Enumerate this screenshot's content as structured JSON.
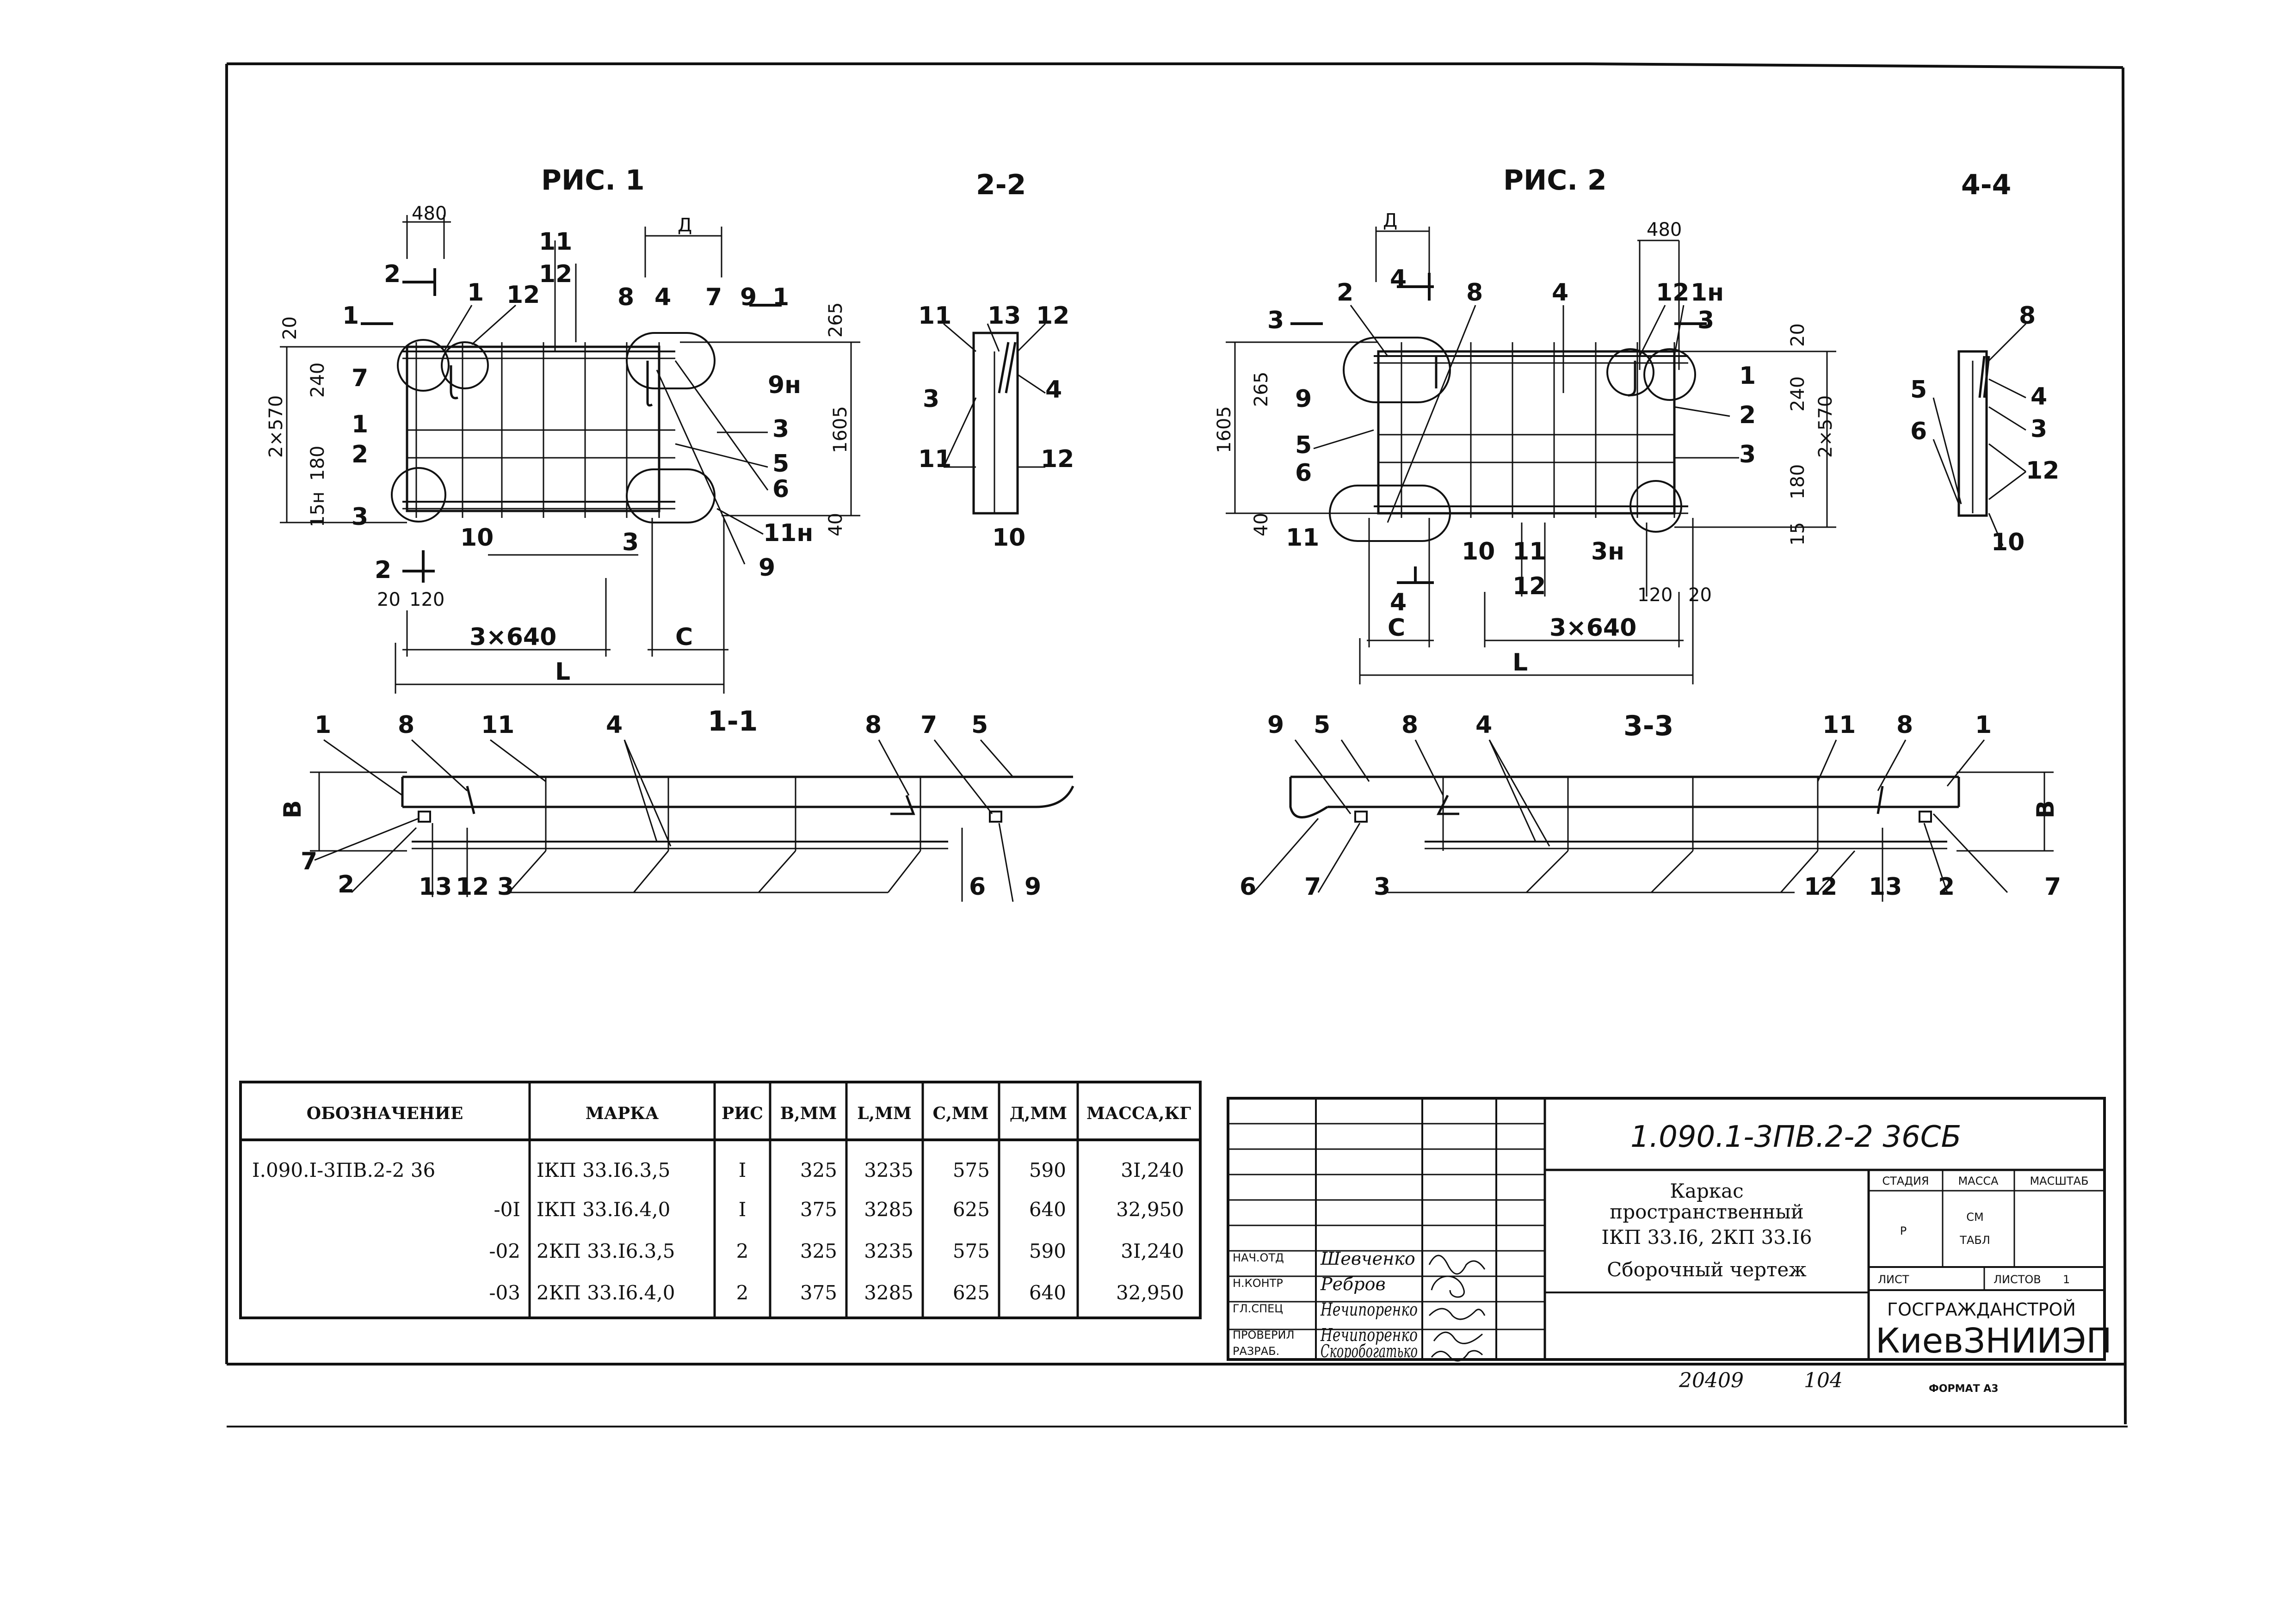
{
  "figures": {
    "fig1_title": "РИС. 1",
    "fig2_title": "РИС. 2",
    "section_2_2": "2-2",
    "section_4_4": "4-4",
    "section_1_1": "1-1",
    "section_3_3": "3-3",
    "fig1_dims": {
      "d480": "480",
      "dA": "Д",
      "d20": "20",
      "d240": "240",
      "d2x570": "2×570",
      "d180": "180",
      "d15": "15н",
      "d265": "265",
      "d1605": "1605",
      "d40": "40",
      "d20b": "20",
      "d120": "120",
      "d3x640": "3×640",
      "dC": "С",
      "dL": "L",
      "dB": "В"
    },
    "fig2_dims": {
      "dA": "Д",
      "d480": "480",
      "d1605": "1605",
      "d265": "265",
      "d20": "20",
      "d240": "240",
      "d2x570": "2×570",
      "d180": "180",
      "d40": "40",
      "d15": "15",
      "d120": "120",
      "d20b": "20",
      "dC": "С",
      "d3x640": "3×640",
      "dL": "L",
      "dB": "В"
    },
    "callouts": {
      "n1": "1",
      "n2": "2",
      "n3": "3",
      "n4": "4",
      "n5": "5",
      "n6": "6",
      "n7": "7",
      "n8": "8",
      "n9": "9",
      "n10": "10",
      "n11": "11",
      "n12": "12",
      "n13": "13",
      "n9n": "9н",
      "n11n": "11н",
      "n1n": "1н",
      "n3n": "3н",
      "n13s": "13"
    },
    "cut_marks": {
      "c1": "1",
      "c2": "2",
      "c3": "3",
      "c4": "4"
    }
  },
  "spec_table": {
    "headers": [
      "ОБОЗНАЧЕНИЕ",
      "МАРКА",
      "РИС",
      "В,ММ",
      "L,ММ",
      "С,ММ",
      "Д,ММ",
      "МАССА,КГ"
    ],
    "rows": [
      [
        "I.090.I-3ПВ.2-2 36",
        "IКП 33.I6.3,5",
        "I",
        "325",
        "3235",
        "575",
        "590",
        "3I,240"
      ],
      [
        "-0I",
        "IКП 33.I6.4,0",
        "I",
        "375",
        "3285",
        "625",
        "640",
        "32,950"
      ],
      [
        "-02",
        "2КП 33.I6.3,5",
        "2",
        "325",
        "3235",
        "575",
        "590",
        "3I,240"
      ],
      [
        "-03",
        "2КП 33.I6.4,0",
        "2",
        "375",
        "3285",
        "625",
        "640",
        "32,950"
      ]
    ]
  },
  "title_block": {
    "doc_code": "1.090.1-3ПВ.2-2 36СБ",
    "name_line1": "Каркас",
    "name_line2": "пространственный",
    "name_line3": "IКП 33.I6, 2КП 33.I6",
    "name_line4": "Сборочный чертеж",
    "stage_label": "СТАДИЯ",
    "mass_label": "МАССА",
    "scale_label": "МАСШТАБ",
    "stage_value": "Р",
    "mass_value": "СМ",
    "mass_value2": "ТАБЛ",
    "sheet_label": "ЛИСТ",
    "sheets_label": "ЛИСТОВ",
    "sheets_value": "1",
    "org_line1": "ГОСГРАЖДАНСТРОЙ",
    "org_line2": "КиевЗНИИЭП",
    "roles": [
      "НАЧ.ОТД",
      "Н.КОНТР",
      "ГЛ.СПЕЦ",
      "ПРОВЕРИЛ",
      "РАЗРАБ."
    ],
    "names": [
      "Шевченко",
      "Ребров",
      "Нечипоренко",
      "Нечипоренко",
      "Скоробогатько"
    ]
  },
  "footer": {
    "inv_number": "20409",
    "sheet_number": "104",
    "format": "ФОРМАТ А3"
  }
}
